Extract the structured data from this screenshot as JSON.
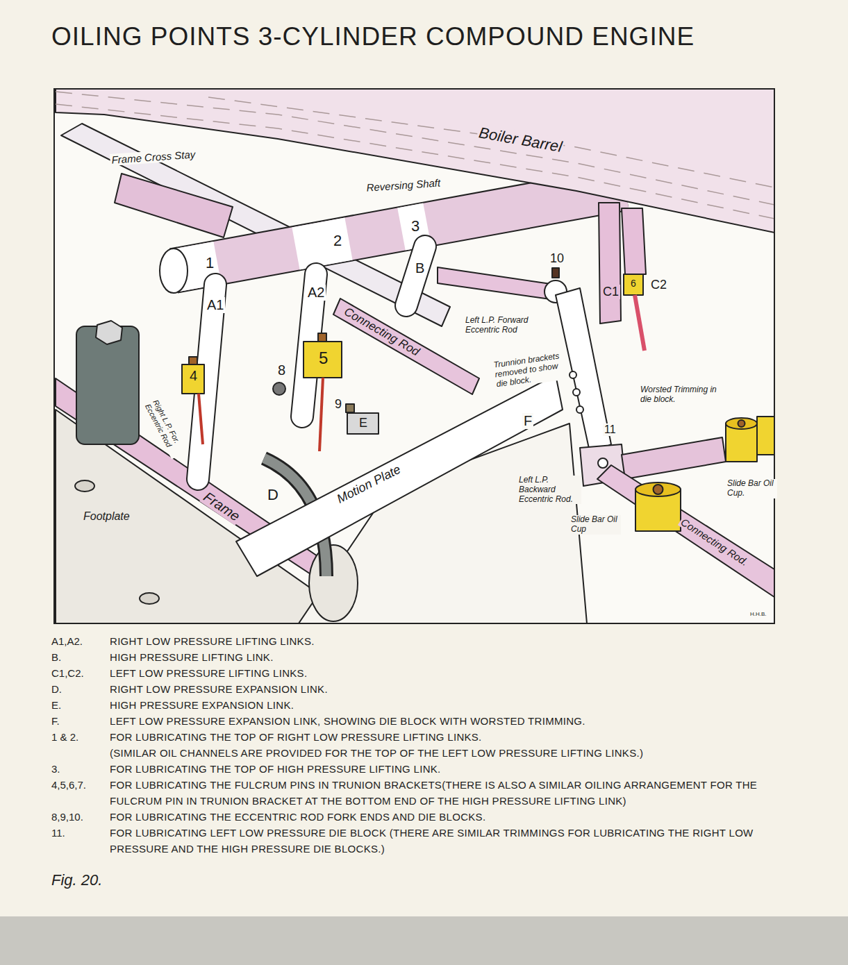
{
  "diagram": {
    "title": "OILING POINTS 3-CYLINDER COMPOUND ENGINE",
    "caption": "Fig. 20.",
    "labels": [
      "Frame Cross Stay",
      "Boiler Barrel",
      "Reversing Shaft",
      "1",
      "2",
      "3",
      "A1",
      "A2",
      "B",
      "10",
      "6",
      "C1",
      "C2",
      "Left L.P. Forward Eccentric Rod",
      "Trunnion brackets removed to show die block.",
      "F",
      "Worsted Trimming in die block.",
      "11",
      "Connecting Rod",
      "4",
      "8",
      "5",
      "9",
      "E",
      "D",
      "Right L.P. For. Eccentric Rod",
      "Motion Plate",
      "Frame",
      "Footplate",
      "Left L.P. Backward Eccentric Rod.",
      "Slide Bar Oil Cup.",
      "Slide Bar Oil Cup",
      "Connecting Rod.",
      "H.H.B.",
      "A1,A2.",
      "RIGHT LOW PRESSURE LIFTING LINKS.",
      "B.",
      "HIGH PRESSURE LIFTING LINK.",
      "C1,C2.",
      "LEFT LOW PRESSURE LIFTING LINKS.",
      "D.",
      "RIGHT LOW PRESSURE EXPANSION LINK.",
      "E.",
      "HIGH PRESSURE EXPANSION LINK.",
      "F.",
      "LEFT LOW PRESSURE EXPANSION LINK, SHOWING DIE BLOCK WITH WORSTED TRIMMING.",
      "1 & 2.",
      "FOR LUBRICATING THE TOP OF RIGHT LOW PRESSURE LIFTING LINKS.",
      "(SIMILAR OIL CHANNELS ARE PROVIDED FOR THE TOP OF THE LEFT LOW PRESSURE LIFTING LINKS.)",
      "3.",
      "FOR LUBRICATING THE TOP OF HIGH PRESSURE LIFTING LINK.",
      "4,5,6,7.",
      "FOR LUBRICATING THE FULCRUM PINS IN TRUNION BRACKETS(THERE IS ALSO A SIMILAR OILING ARRANGEMENT FOR THE FULCRUM PIN IN TRUNION BRACKET AT THE BOTTOM END OF THE HIGH PRESSURE LIFTING LINK)",
      "8,9,10.",
      "FOR LUBRICATING THE ECCENTRIC ROD FORK ENDS AND DIE BLOCKS.",
      "11.",
      "FOR LUBRICATING LEFT LOW PRESSURE DIE BLOCK (THERE ARE SIMILAR TRIMMINGS FOR LUBRICATING THE RIGHT LOW PRESSURE AND THE HIGH PRESSURE DIE BLOCKS.)"
    ]
  }
}
